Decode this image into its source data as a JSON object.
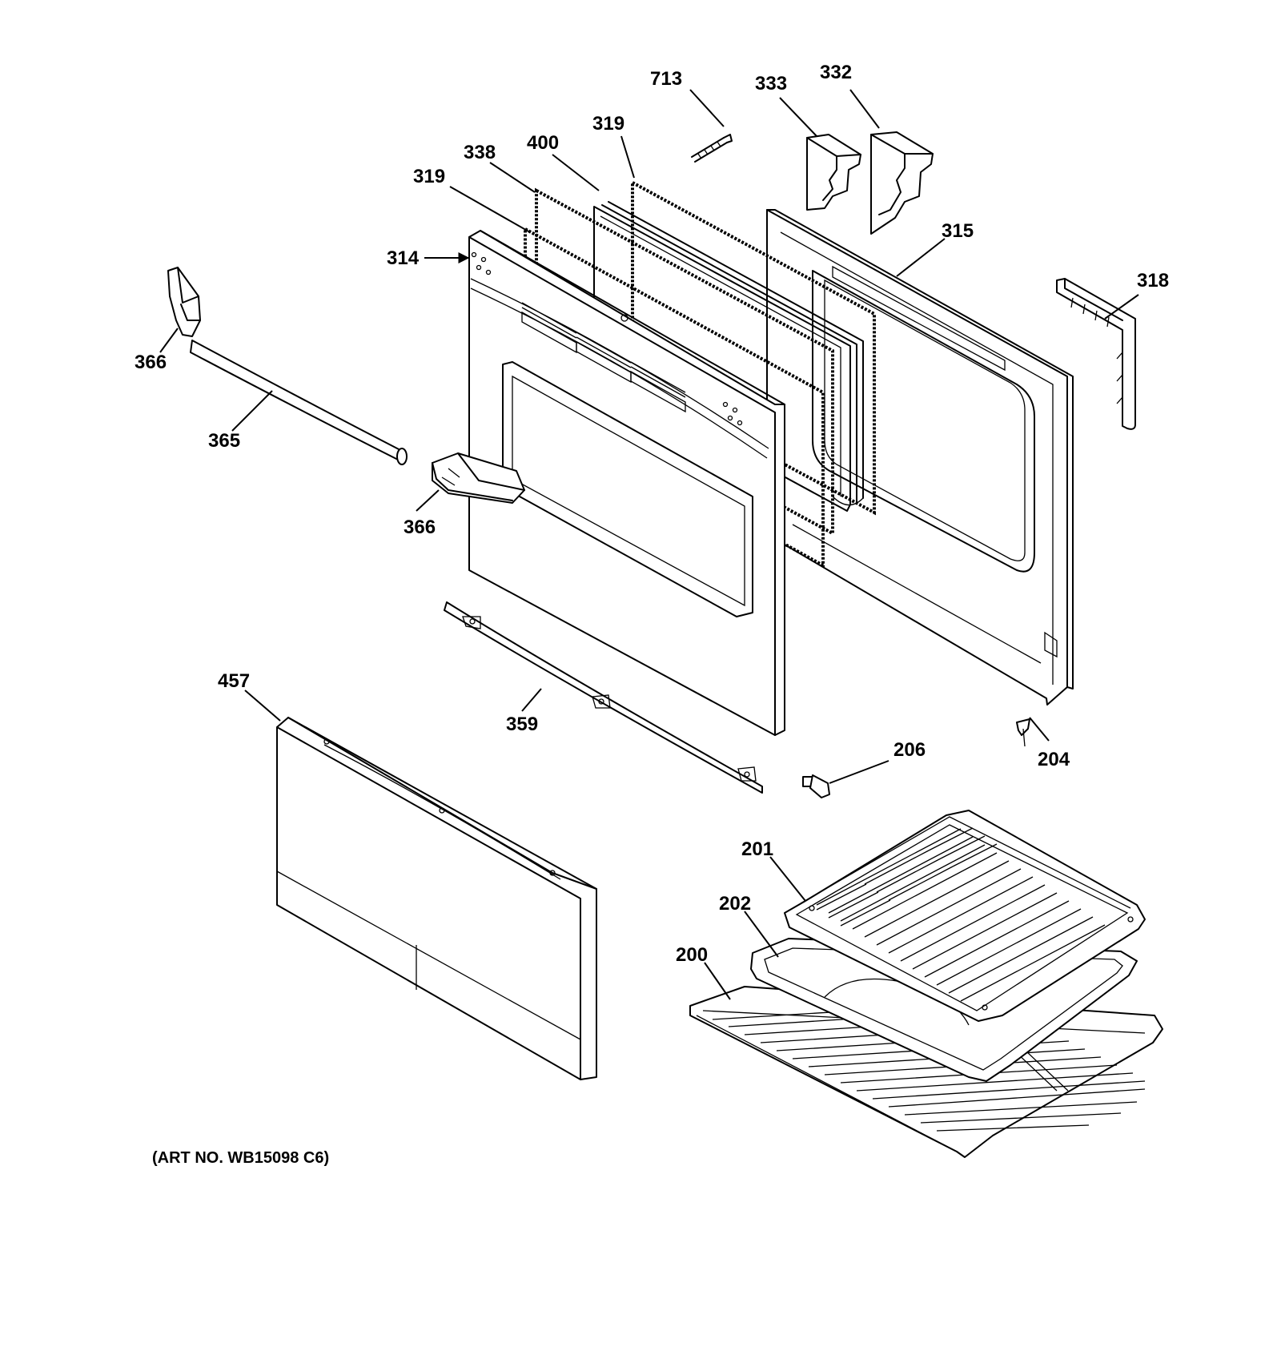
{
  "labels": {
    "p713": "713",
    "p333": "333",
    "p332": "332",
    "p319a": "319",
    "p400": "400",
    "p338": "338",
    "p319b": "319",
    "p314": "314",
    "p315": "315",
    "p318": "318",
    "p366a": "366",
    "p365": "365",
    "p366b": "366",
    "p457": "457",
    "p359": "359",
    "p206": "206",
    "p204": "204",
    "p201": "201",
    "p202": "202",
    "p200": "200"
  },
  "art_number": "(ART NO. WB15098 C6)"
}
